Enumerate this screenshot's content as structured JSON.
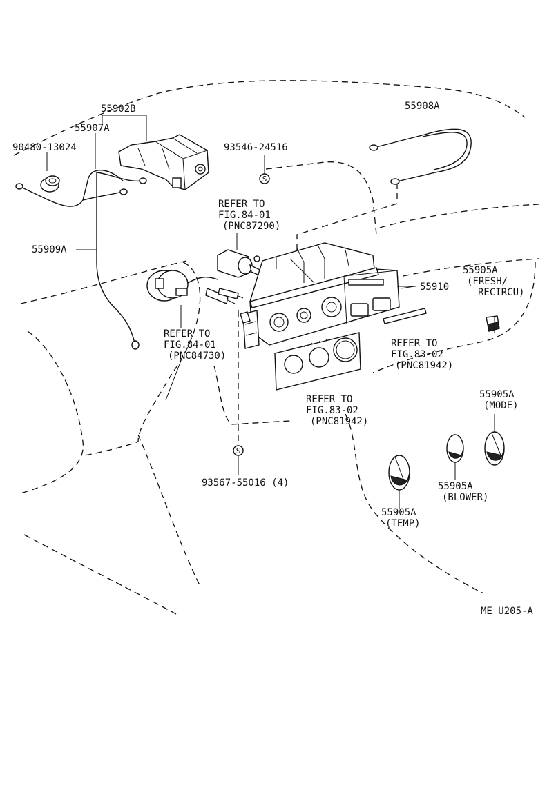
{
  "diagram": {
    "code": "ME U205-A",
    "labels": {
      "p55902b": "55902B",
      "p55907a": "55907A",
      "p90480": "90480-13024",
      "p93546": "93546-24516",
      "p55908a": "55908A",
      "p55909a": "55909A",
      "p55910": "55910",
      "p55905a_fresh_num": "55905A",
      "p55905a_fresh_sub1": "(FRESH/",
      "p55905a_fresh_sub2": "RECIRCU)",
      "p55905a_mode_num": "55905A",
      "p55905a_mode_sub": "(MODE)",
      "p55905a_blower_num": "55905A",
      "p55905a_blower_sub": "(BLOWER)",
      "p55905a_temp_num": "55905A",
      "p55905a_temp_sub": "(TEMP)",
      "p93567": "93567-55016 (4)",
      "screw_symbol": "S"
    },
    "refs": {
      "ref1_l1": "REFER TO",
      "ref1_l2": "FIG.84-01",
      "ref1_l3": "(PNC87290)",
      "ref2_l1": "REFER TO",
      "ref2_l2": "FIG.84-01",
      "ref2_l3": "(PNC84730)",
      "ref3_l1": "REFER TO",
      "ref3_l2": "FIG.83-02",
      "ref3_l3": "(PNC81942)",
      "ref4_l1": "REFER TO",
      "ref4_l2": "FIG.83-02",
      "ref4_l3": "(PNC81942)"
    }
  }
}
